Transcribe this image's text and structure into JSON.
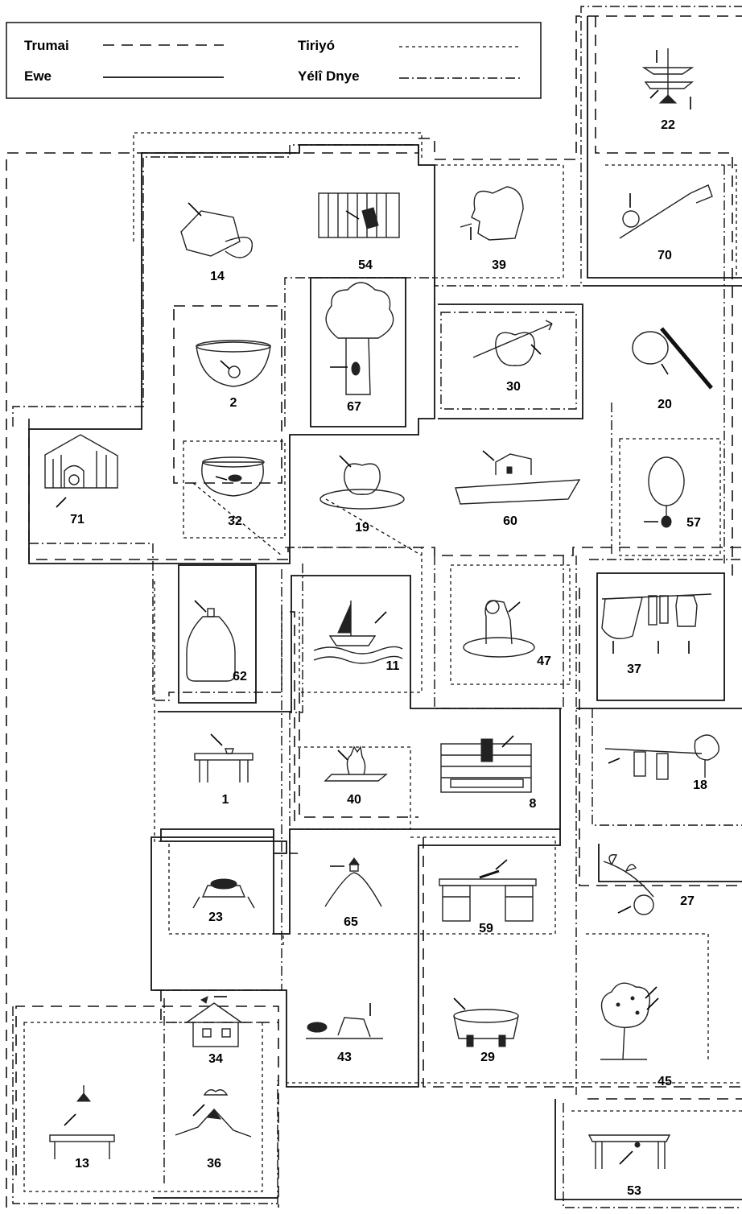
{
  "legend": {
    "items": [
      {
        "label": "Trumai",
        "style": "long-dash"
      },
      {
        "label": "Tiriyó",
        "style": "short-dash"
      },
      {
        "label": "Ewe",
        "style": "solid"
      },
      {
        "label": "Yélî Dnye",
        "style": "dash-dot"
      }
    ]
  },
  "cells": [
    {
      "num": "22",
      "picture": "mobile-hanging-icon"
    },
    {
      "num": "14",
      "picture": "bag-icon"
    },
    {
      "num": "54",
      "picture": "caged-animal-icon"
    },
    {
      "num": "39",
      "picture": "man-smoking-icon"
    },
    {
      "num": "70",
      "picture": "apple-skewered-icon"
    },
    {
      "num": "2",
      "picture": "fruit-in-bowl-icon"
    },
    {
      "num": "67",
      "picture": "hole-in-tree-icon"
    },
    {
      "num": "30",
      "picture": "apple-pierced-arrow-icon"
    },
    {
      "num": "20",
      "picture": "hoop-on-stick-icon"
    },
    {
      "num": "71",
      "picture": "dog-in-kennel-icon"
    },
    {
      "num": "32",
      "picture": "fish-in-bowl-icon"
    },
    {
      "num": "19",
      "picture": "apple-on-plate-icon"
    },
    {
      "num": "60",
      "picture": "house-in-field-icon"
    },
    {
      "num": "57",
      "picture": "balloon-weight-icon"
    },
    {
      "num": "62",
      "picture": "bottle-cork-icon"
    },
    {
      "num": "11",
      "picture": "boat-on-water-icon"
    },
    {
      "num": "47",
      "picture": "dog-in-basket-icon"
    },
    {
      "num": "37",
      "picture": "clothes-on-line-icon"
    },
    {
      "num": "1",
      "picture": "cup-on-table-icon"
    },
    {
      "num": "40",
      "picture": "cat-on-mat-icon"
    },
    {
      "num": "8",
      "picture": "pipe-in-wall-icon"
    },
    {
      "num": "18",
      "picture": "clothesline-tree-icon"
    },
    {
      "num": "23",
      "picture": "hat-on-stump-icon"
    },
    {
      "num": "65",
      "picture": "house-on-hill-icon"
    },
    {
      "num": "59",
      "picture": "pen-on-desk-icon"
    },
    {
      "num": "27",
      "picture": "fruit-on-branch-icon"
    },
    {
      "num": "34",
      "picture": "bird-on-roof-icon"
    },
    {
      "num": "43",
      "picture": "hat-by-stump-icon"
    },
    {
      "num": "29",
      "picture": "tablecloth-icon"
    },
    {
      "num": "45",
      "picture": "fruit-tree-icon"
    },
    {
      "num": "13",
      "picture": "lamp-over-table-icon"
    },
    {
      "num": "36",
      "picture": "cloud-over-mountain-icon"
    },
    {
      "num": "53",
      "picture": "gum-under-table-icon"
    }
  ]
}
